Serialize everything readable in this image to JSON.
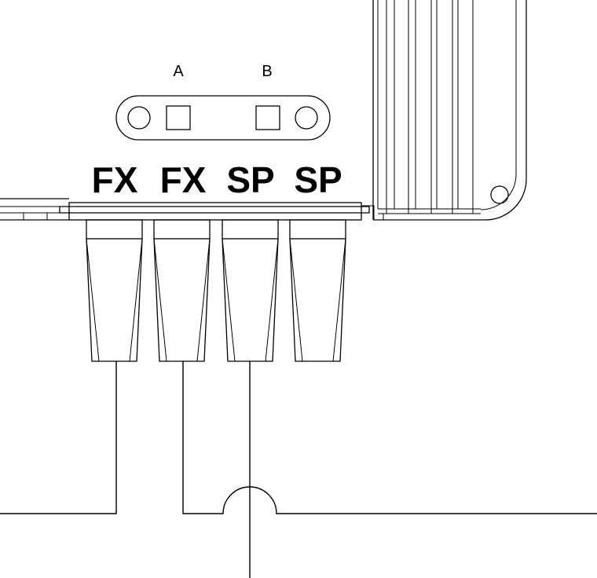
{
  "jumper": {
    "label_a": "A",
    "label_b": "B"
  },
  "terminals": [
    {
      "label": "FX"
    },
    {
      "label": "FX"
    },
    {
      "label": "SP"
    },
    {
      "label": "SP"
    }
  ]
}
